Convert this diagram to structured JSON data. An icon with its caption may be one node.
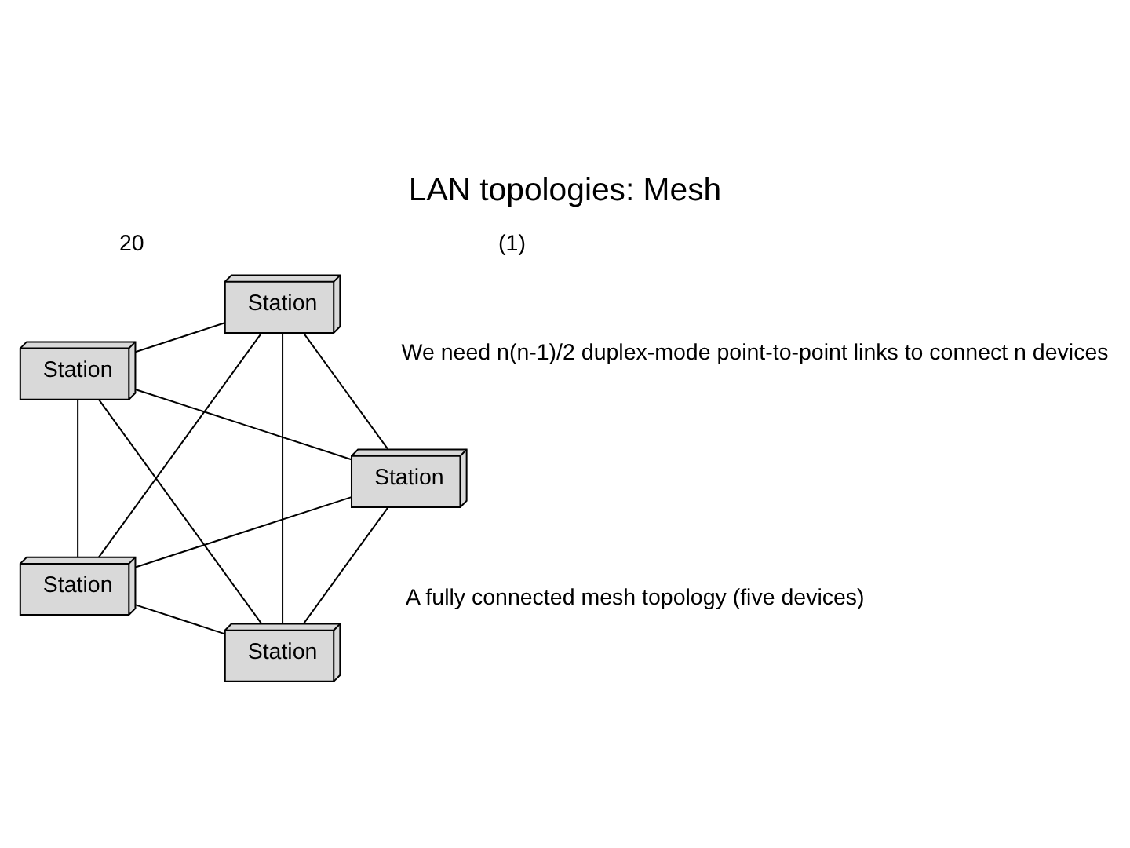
{
  "diagram": {
    "title": "LAN topologies: Mesh",
    "nodes": [
      {
        "text": [
          "Station"
        ]
      },
      {
        "text": [
          "Station"
        ]
      },
      {
        "text": [
          "Station"
        ]
      },
      {
        "text": [
          "Station"
        ]
      },
      {
        "text": [
          "Station"
        ]
      }
    ],
    "edges": [
      {
        "from": 0,
        "to": 1,
        "arrow": "none"
      },
      {
        "from": 0,
        "to": 2,
        "arrow": "none"
      },
      {
        "from": 0,
        "to": 3,
        "arrow": "none"
      },
      {
        "from": 0,
        "to": 4,
        "arrow": "none"
      },
      {
        "from": 1,
        "to": 2,
        "arrow": "none"
      },
      {
        "from": 1,
        "to": 3,
        "arrow": "none"
      },
      {
        "from": 1,
        "to": 4,
        "arrow": "none"
      },
      {
        "from": 2,
        "to": 3,
        "arrow": "none"
      },
      {
        "from": 2,
        "to": 4,
        "arrow": "none"
      },
      {
        "from": 3,
        "to": 4,
        "arrow": "none"
      }
    ],
    "labels": [
      "(1)",
      "A fully connected mesh topology (five devices)",
      "We need n(n-1)/2 duplex-mode point-to-point links to connect n devices",
      "20"
    ]
  }
}
